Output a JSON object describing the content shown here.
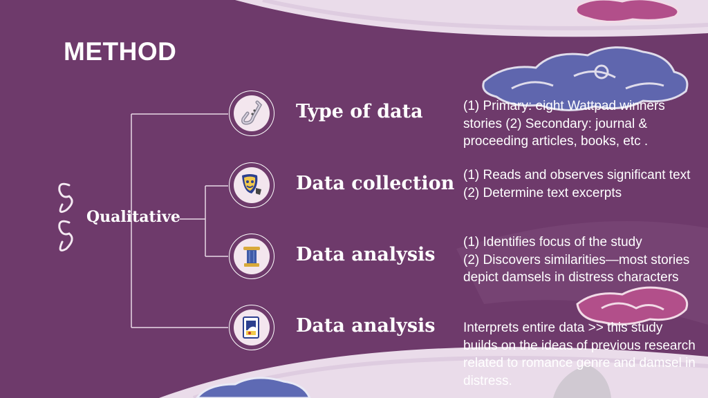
{
  "title": "METHOD",
  "approach": "Qualitative",
  "steps": [
    {
      "label": "Type of data",
      "icon": "saxophone-icon",
      "description": "(1) Primary: eight Wattpad winners stories (2) Secondary: journal & proceeding articles, books, etc ."
    },
    {
      "label": "Data collection",
      "icon": "theater-mask-icon",
      "description": "(1) Reads and observes significant text\n(2) Determine text excerpts"
    },
    {
      "label": "Data analysis",
      "icon": "column-icon",
      "description": "(1) Identifies focus of the study\n(2) Discovers similarities—most stories depict damsels in distress characters"
    },
    {
      "label": "Data analysis",
      "icon": "painting-icon",
      "description": "Interprets entire data >> this study builds on the ideas of previous research related to romance genre and damsel in distress."
    }
  ],
  "colors": {
    "background": "#6e3a6b",
    "band": "#eadcea",
    "cloud_blue": "#5a66b0",
    "cloud_pink": "#b24f8a",
    "text": "#ffffff"
  }
}
